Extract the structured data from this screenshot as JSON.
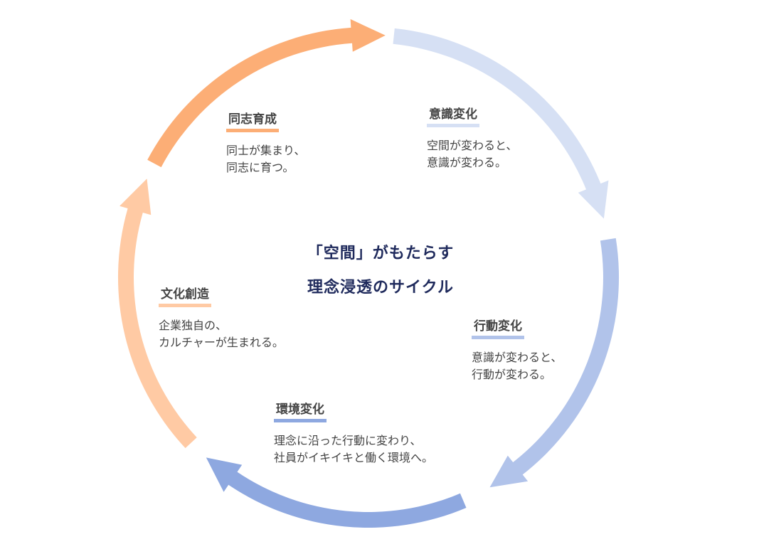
{
  "title": {
    "line1": "「空間」がもたらす",
    "line2": "理念浸透のサイクル"
  },
  "stages": [
    {
      "key": "ishiki",
      "label": "意識変化",
      "desc1": "空間が変わると、",
      "desc2": "意識が変わる。",
      "color": "#d6e0f4"
    },
    {
      "key": "kodo",
      "label": "行動変化",
      "desc1": "意識が変わると、",
      "desc2": "行動が変わる。",
      "color": "#b1c3ea"
    },
    {
      "key": "kankyo",
      "label": "環境変化",
      "desc1": "理念に沿った行動に変わり、",
      "desc2": "社員がイキイキと働く環境へ。",
      "color": "#8ea8e0"
    },
    {
      "key": "bunka",
      "label": "文化創造",
      "desc1": "企業独自の、",
      "desc2": "カルチャーが生まれる。",
      "color": "#ffcaa4"
    },
    {
      "key": "doshi",
      "label": "同志育成",
      "desc1": "同士が集まり、",
      "desc2": "同志に育つ。",
      "color": "#fcae76"
    }
  ]
}
